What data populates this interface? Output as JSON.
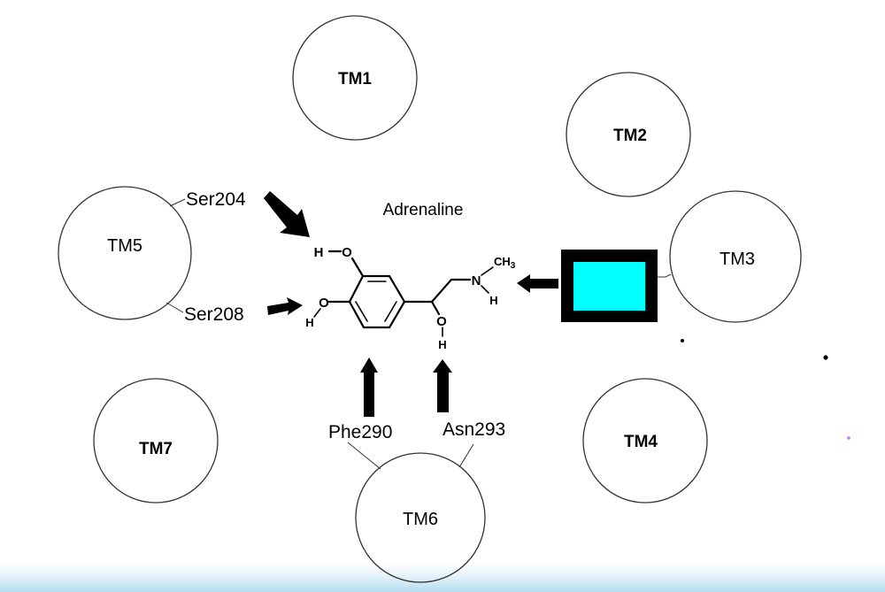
{
  "diagram": {
    "ligand_name": "Adrenaline",
    "helices": [
      {
        "id": "tm1",
        "label": "TM1",
        "bold": true
      },
      {
        "id": "tm2",
        "label": "TM2",
        "bold": true
      },
      {
        "id": "tm3",
        "label": "TM3",
        "bold": false
      },
      {
        "id": "tm4",
        "label": "TM4",
        "bold": true
      },
      {
        "id": "tm5",
        "label": "TM5",
        "bold": false
      },
      {
        "id": "tm6",
        "label": "TM6",
        "bold": false
      },
      {
        "id": "tm7",
        "label": "TM7",
        "bold": true
      }
    ],
    "residues": [
      {
        "id": "ser204",
        "label": "Ser204",
        "helix": "TM5",
        "target": "meta-OH"
      },
      {
        "id": "ser208",
        "label": "Ser208",
        "helix": "TM5",
        "target": "para-OH"
      },
      {
        "id": "phe290",
        "label": "Phe290",
        "helix": "TM6",
        "target": "aromatic ring"
      },
      {
        "id": "asn293",
        "label": "Asn293",
        "helix": "TM6",
        "target": "beta-OH"
      }
    ],
    "tm3_residue_box": {
      "label": "",
      "fill_color": "#00ffff",
      "border_color": "#000000",
      "target": "amine N-H"
    },
    "molecule": {
      "atoms": {
        "h1": "H",
        "o1": "O",
        "o2": "O",
        "h2": "H",
        "o3": "O",
        "h3": "H",
        "n": "N",
        "ch3": "CH",
        "ch3_sub": "3",
        "nh": "H"
      }
    },
    "dots": [
      {
        "color": "#000000"
      },
      {
        "color": "#000000"
      },
      {
        "color": "#e066ff"
      }
    ],
    "colors": {
      "stroke": "#000000",
      "circle_stroke": "#333333",
      "background": "#ffffff",
      "footer_gradient_end": "#b6ddf1"
    }
  }
}
